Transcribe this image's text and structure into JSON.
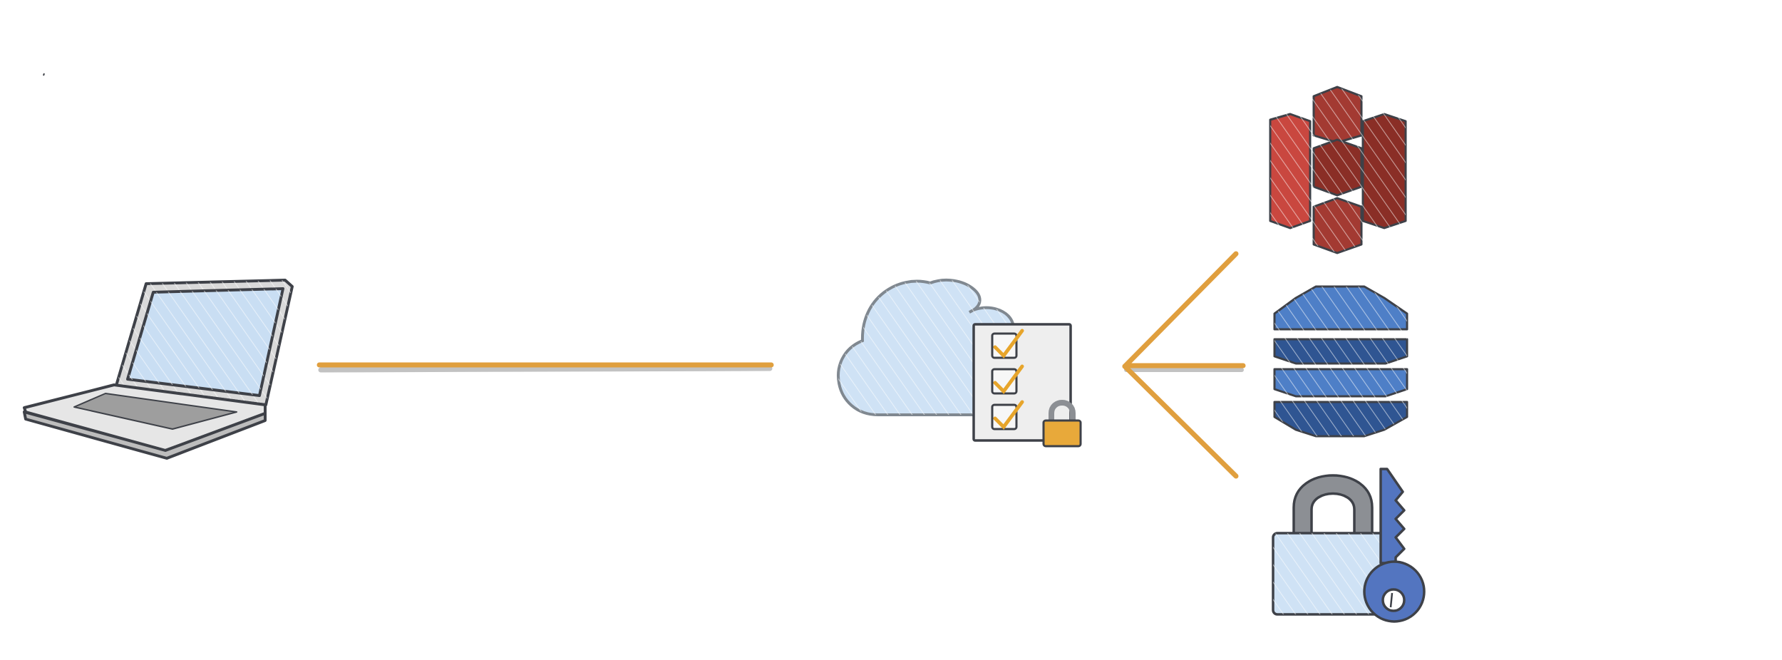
{
  "diagram": {
    "nodes": [
      {
        "id": "client",
        "icon": "laptop-icon"
      },
      {
        "id": "auth",
        "icon": "cloud-checklist-lock-icon"
      },
      {
        "id": "storage",
        "icon": "bucket-storage-icon"
      },
      {
        "id": "database",
        "icon": "database-stack-icon"
      },
      {
        "id": "keys",
        "icon": "padlock-key-icon"
      }
    ],
    "edges": [
      {
        "from": "client",
        "to": "auth"
      },
      {
        "from": "auth",
        "to": "storage"
      },
      {
        "from": "auth",
        "to": "database"
      },
      {
        "from": "auth",
        "to": "keys"
      }
    ]
  },
  "colors": {
    "connector": "#E09F3E",
    "connector_shadow": "#9A9A9A",
    "outline": "#3E4148",
    "laptop_body": "#E6E6E6",
    "laptop_screen": "#C9DEF3",
    "cloud_fill": "#CFE2F5",
    "cloud_outline": "#808890",
    "paper_fill": "#EEEEEE",
    "check": "#E7A52B",
    "lock_gold": "#E8A93A",
    "lock_shackle_gray": "#8C8F94",
    "storage_red_light": "#C9473F",
    "storage_red_dark": "#8A2E26",
    "db_blue_light": "#4E7FC7",
    "db_blue_dark": "#2F5592",
    "key_blue": "#5375C0",
    "pad_body": "#CFE2F5"
  }
}
